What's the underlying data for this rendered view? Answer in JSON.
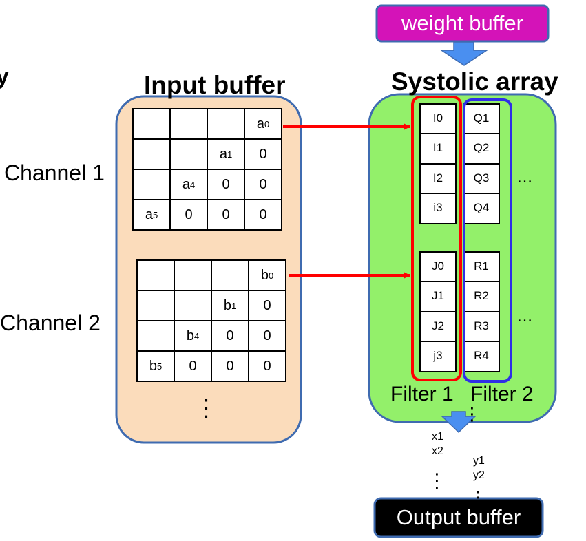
{
  "labels": {
    "weight_buffer": "weight buffer",
    "input_buffer": "Input buffer",
    "systolic_array": "Systolic array",
    "output_buffer": "Output buffer",
    "channel_1": "Channel 1",
    "channel_2": "Channel 2",
    "filter_1": "Filter 1",
    "filter_2": "Filter 2",
    "ellipsis": "…",
    "partial_char": "y"
  },
  "channel_1_grid": [
    [
      "",
      "",
      "",
      "a0"
    ],
    [
      "",
      "",
      "a1",
      "0"
    ],
    [
      "",
      "a4",
      "0",
      "0"
    ],
    [
      "a5",
      "0",
      "0",
      "0"
    ]
  ],
  "channel_2_grid": [
    [
      "",
      "",
      "",
      "b0"
    ],
    [
      "",
      "",
      "b1",
      "0"
    ],
    [
      "",
      "b4",
      "0",
      "0"
    ],
    [
      "b5",
      "0",
      "0",
      "0"
    ]
  ],
  "filter_1_top": [
    "I0",
    "I1",
    "I2",
    "i3"
  ],
  "filter_1_bottom": [
    "J0",
    "J1",
    "J2",
    "j3"
  ],
  "filter_2_top": [
    "Q1",
    "Q2",
    "Q3",
    "Q4"
  ],
  "filter_2_bottom": [
    "R1",
    "R2",
    "R3",
    "R4"
  ],
  "outputs_filter_1": [
    "x1",
    "x2"
  ],
  "outputs_filter_2": [
    "y1",
    "y2"
  ],
  "colors": {
    "input_buffer_fill": "#fbdcbb",
    "buffer_border": "#3f6bb0",
    "systolic_fill": "#93f06a",
    "weight_buffer_fill": "#d413b8",
    "arrow_blue": "#4a8ff0",
    "arrow_red": "#ff0000",
    "filter_1_outline": "#ff0000",
    "filter_2_outline": "#2f2fe6",
    "output_buffer_fill": "#000000"
  }
}
